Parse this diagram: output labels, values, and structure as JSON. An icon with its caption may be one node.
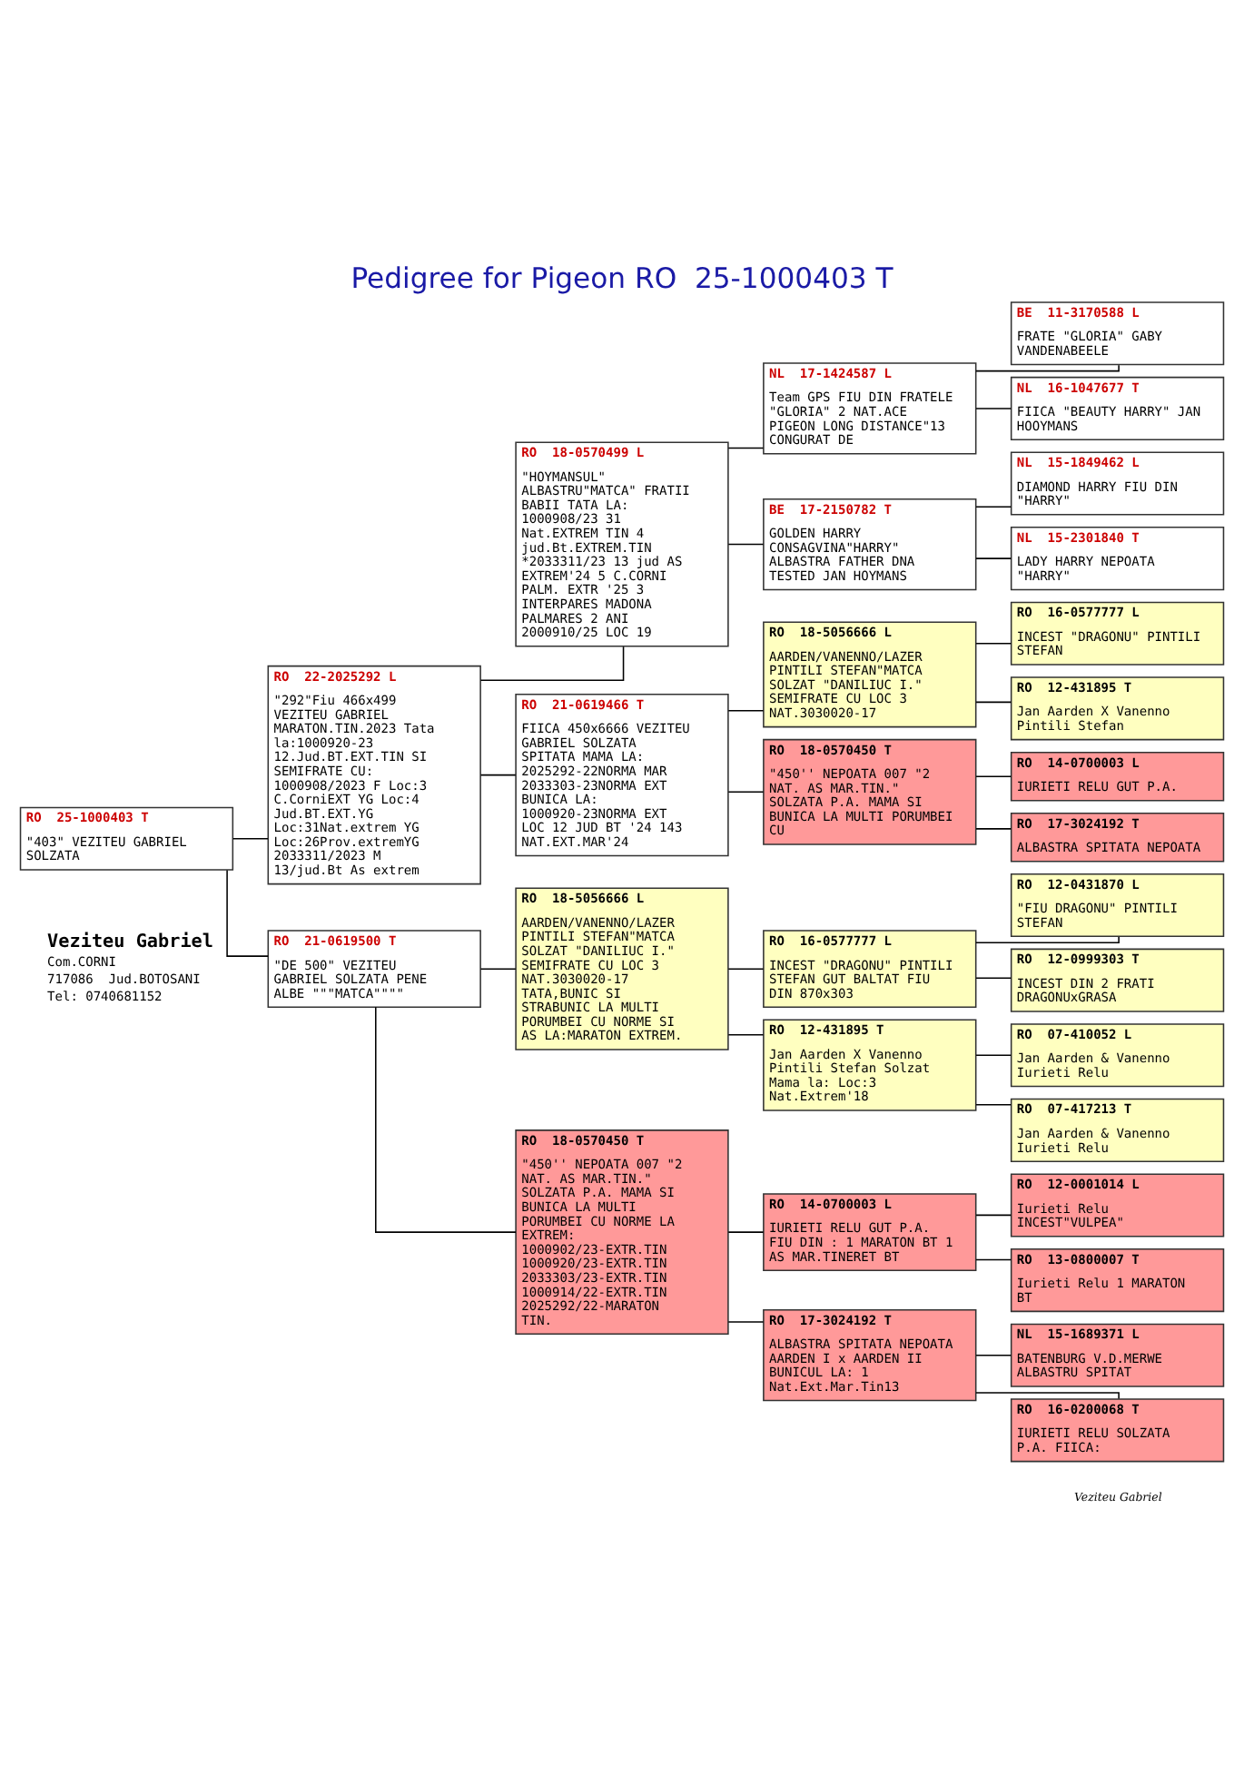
{
  "diagram": {
    "title": "Pedigree for Pigeon RO  25-1000403 T",
    "nodes": [
      {
        "text": [
          "RO  25-1000403 T",
          "\"403\" VEZITEU GABRIEL SOLZATA"
        ]
      },
      {
        "text": [
          "RO  22-2025292 L",
          "\"292\"Fiu 466x499 VEZITEU GABRIEL MARATON.TIN.2023 Tata la:1000920-23 12.Jud.BT.EXT.TIN SI SEMIFRATE CU: 1000908/2023 F Loc:3 C.CorniEXT YG Loc:4 Jud.BT.EXT.YG Loc:31Nat.extrem YG Loc:26Prov.extremYG 2033311/2023 M 13/jud.Bt As extrem"
        ]
      },
      {
        "text": [
          "RO  21-0619500 T",
          "\"DE 500\" VEZITEU GABRIEL SOLZATA PENE ALBE \"\"\"MATCA\"\"\"\""
        ]
      },
      {
        "text": [
          "RO  18-0570499 L",
          "\"HOYMANSUL\" ALBASTRU\"MATCA\" FRATII BABII TATA LA: 1000908/23 31 Nat.EXTREM TIN 4 jud.Bt.EXTREM.TIN *2033311/23 13 jud AS EXTREM'24 5 C.CORNI PALM. EXTR '25 3 INTERPARES MADONA PALMARES 2 ANI 2000910/25 LOC 19"
        ]
      },
      {
        "text": [
          "RO  21-0619466 T",
          "FIICA 450x6666 VEZITEU GABRIEL SOLZATA SPITATA MAMA LA: 2025292-22NORMA MAR 2033303-23NORMA EXT BUNICA LA: 1000920-23NORMA EXT LOC 12 JUD BT '24 143 NAT.EXT.MAR'24"
        ]
      },
      {
        "text": [
          "RO  18-5056666 L",
          "AARDEN/VANENNO/LAZER PINTILI STEFAN\"MATCA SOLZAT \"DANILIUC I.\" SEMIFRATE CU LOC 3 NAT.3030020-17 TATA,BUNIC SI STRABUNIC LA MULTI PORUMBEI CU NORME SI AS LA:MARATON EXTREM."
        ]
      },
      {
        "text": [
          "RO  18-0570450 T",
          "\"450'' NEPOATA 007 \"2 NAT. AS MAR.TIN.\" SOLZATA P.A. MAMA SI BUNICA LA MULTI PORUMBEI CU NORME LA EXTREM: 1000902/23-EXTR.TIN 1000920/23-EXTR.TIN 2033303/23-EXTR.TIN 1000914/22-EXTR.TIN 2025292/22-MARATON TIN."
        ]
      },
      {
        "text": [
          "NL  17-1424587 L",
          "Team GPS FIU DIN FRATELE \"GLORIA\" 2 NAT.ACE PIGEON LONG DISTANCE\"13 CONGURAT DE"
        ]
      },
      {
        "text": [
          "BE  17-2150782 T",
          "GOLDEN HARRY CONSAGVINA\"HARRY\" ALBASTRA FATHER DNA TESTED JAN HOYMANS"
        ]
      },
      {
        "text": [
          "RO  18-5056666 L",
          "AARDEN/VANENNO/LAZER PINTILI STEFAN\"MATCA SOLZAT \"DANILIUC I.\" SEMIFRATE CU LOC 3 NAT.3030020-17"
        ]
      },
      {
        "text": [
          "RO  18-0570450 T",
          "\"450'' NEPOATA 007 \"2 NAT. AS MAR.TIN.\" SOLZATA P.A. MAMA SI BUNICA LA MULTI PORUMBEI CU"
        ]
      },
      {
        "text": [
          "RO  16-0577777 L",
          "INCEST \"DRAGONU\" PINTILI STEFAN GUT BALTAT FIU DIN 870x303"
        ]
      },
      {
        "text": [
          "RO  12-431895 T",
          "Jan Aarden X Vanenno Pintili Stefan Solzat Mama la: Loc:3 Nat.Extrem'18"
        ]
      },
      {
        "text": [
          "RO  14-0700003 L",
          "IURIETI RELU GUT P.A. FIU DIN : 1 MARATON BT 1 AS MAR.TINERET BT"
        ]
      },
      {
        "text": [
          "RO  17-3024192 T",
          "ALBASTRA SPITATA NEPOATA AARDEN I x AARDEN II BUNICUL LA: 1 Nat.Ext.Mar.Tin13"
        ]
      },
      {
        "text": [
          "BE  11-3170588 L",
          "FRATE \"GLORIA\" GABY VANDENABEELE"
        ]
      },
      {
        "text": [
          "NL  16-1047677 T",
          "FIICA \"BEAUTY HARRY\" JAN HOOYMANS"
        ]
      },
      {
        "text": [
          "NL  15-1849462 L",
          "DIAMOND HARRY FIU DIN \"HARRY\""
        ]
      },
      {
        "text": [
          "NL  15-2301840 T",
          "LADY HARRY NEPOATA \"HARRY\""
        ]
      },
      {
        "text": [
          "RO  16-0577777 L",
          "INCEST \"DRAGONU\" PINTILI STEFAN"
        ]
      },
      {
        "text": [
          "RO  12-431895 T",
          "Jan Aarden X Vanenno Pintili Stefan"
        ]
      },
      {
        "text": [
          "RO  14-0700003 L",
          "IURIETI RELU GUT P.A."
        ]
      },
      {
        "text": [
          "RO  17-3024192 T",
          "ALBASTRA SPITATA NEPOATA"
        ]
      },
      {
        "text": [
          "RO  12-0431870 L",
          "\"FIU DRAGONU\" PINTILI STEFAN"
        ]
      },
      {
        "text": [
          "RO  12-0999303 T",
          "INCEST DIN 2 FRATI DRAGONUxGRASA"
        ]
      },
      {
        "text": [
          "RO  07-410052 L",
          "Jan Aarden & Vanenno Iurieti Relu"
        ]
      },
      {
        "text": [
          "RO  07-417213 T",
          "Jan Aarden & Vanenno Iurieti Relu"
        ]
      },
      {
        "text": [
          "RO  12-0001014 L",
          "Iurieti Relu INCEST\"VULPEA\""
        ]
      },
      {
        "text": [
          "RO  13-0800007 T",
          "Iurieti Relu 1 MARATON BT"
        ]
      },
      {
        "text": [
          "NL  15-1689371 L",
          "BATENBURG V.D.MERWE ALBASTRU SPITAT"
        ]
      },
      {
        "text": [
          "RO  16-0200068 T",
          "IURIETI RELU SOLZATA P.A. FIICA:"
        ]
      }
    ],
    "edges": [
      {
        "from": 0,
        "to": 1,
        "arrow": "none"
      },
      {
        "from": 0,
        "to": 2,
        "arrow": "none"
      },
      {
        "from": 1,
        "to": 3,
        "arrow": "none"
      },
      {
        "from": 1,
        "to": 4,
        "arrow": "none"
      },
      {
        "from": 2,
        "to": 5,
        "arrow": "none"
      },
      {
        "from": 2,
        "to": 6,
        "arrow": "none"
      },
      {
        "from": 3,
        "to": 7,
        "arrow": "none"
      },
      {
        "from": 3,
        "to": 8,
        "arrow": "none"
      },
      {
        "from": 4,
        "to": 9,
        "arrow": "none"
      },
      {
        "from": 4,
        "to": 10,
        "arrow": "none"
      },
      {
        "from": 5,
        "to": 11,
        "arrow": "none"
      },
      {
        "from": 5,
        "to": 12,
        "arrow": "none"
      },
      {
        "from": 6,
        "to": 13,
        "arrow": "none"
      },
      {
        "from": 6,
        "to": 14,
        "arrow": "none"
      },
      {
        "from": 7,
        "to": 15,
        "arrow": "none"
      },
      {
        "from": 7,
        "to": 16,
        "arrow": "none"
      },
      {
        "from": 8,
        "to": 17,
        "arrow": "none"
      },
      {
        "from": 8,
        "to": 18,
        "arrow": "none"
      },
      {
        "from": 9,
        "to": 19,
        "arrow": "none"
      },
      {
        "from": 9,
        "to": 20,
        "arrow": "none"
      },
      {
        "from": 10,
        "to": 21,
        "arrow": "none"
      },
      {
        "from": 10,
        "to": 22,
        "arrow": "none"
      },
      {
        "from": 11,
        "to": 23,
        "arrow": "none"
      },
      {
        "from": 11,
        "to": 24,
        "arrow": "none"
      },
      {
        "from": 12,
        "to": 25,
        "arrow": "none"
      },
      {
        "from": 12,
        "to": 26,
        "arrow": "none"
      },
      {
        "from": 13,
        "to": 27,
        "arrow": "none"
      },
      {
        "from": 13,
        "to": 28,
        "arrow": "none"
      },
      {
        "from": 14,
        "to": 29,
        "arrow": "none"
      },
      {
        "from": 14,
        "to": 30,
        "arrow": "none"
      }
    ],
    "labels": [
      "Veziteu Gabriel",
      "Com.CORNI",
      "717086  Jud.BOTOSANI",
      "Tel: 0740681152",
      "Veziteu Gabriel"
    ]
  }
}
